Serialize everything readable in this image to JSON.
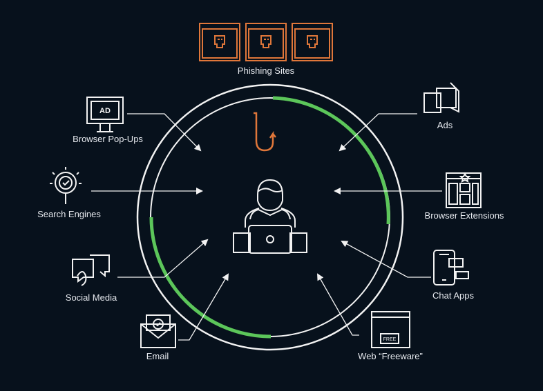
{
  "colors": {
    "background": "#07111c",
    "line": "#f2f2f2",
    "accent_orange": "#e0773a",
    "accent_green": "#5cc65a"
  },
  "top": {
    "label": "Phishing Sites",
    "icon": "browser-skull-icon"
  },
  "center": {
    "icon": "user-at-laptop-icon",
    "hook_icon": "fishing-hook-icon"
  },
  "sources": [
    {
      "label": "Browser Pop-Ups",
      "icon": "billboard-ad-icon",
      "ad_text": "AD"
    },
    {
      "label": "Search Engines",
      "icon": "magnifier-check-icon"
    },
    {
      "label": "Social Media",
      "icon": "chat-bubbles-faces-icon"
    },
    {
      "label": "Email",
      "icon": "envelope-check-icon"
    },
    {
      "label": "Web “Freeware”",
      "icon": "browser-free-icon",
      "badge": "FREE"
    },
    {
      "label": "Chat Apps",
      "icon": "phone-chat-icon"
    },
    {
      "label": "Browser Extensions",
      "icon": "browser-extensions-icon"
    },
    {
      "label": "Ads",
      "icon": "ad-windows-icon"
    }
  ]
}
